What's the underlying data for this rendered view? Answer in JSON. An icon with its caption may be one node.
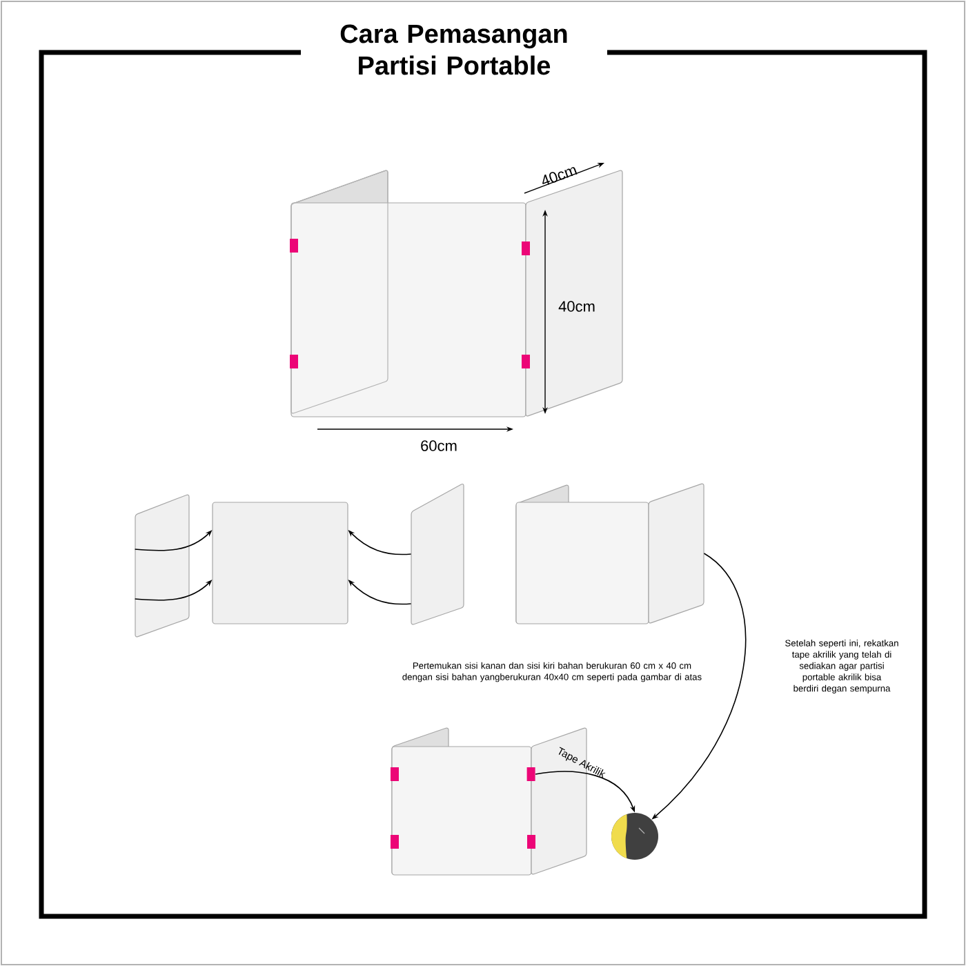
{
  "diagram": {
    "title": "Cara Pemasangan Partisi Portable",
    "nodes": [
      {
        "text": [],
        "shape": "box"
      },
      {
        "text": [],
        "shape": "box"
      },
      {
        "text": [],
        "shape": "box"
      },
      {
        "text": [],
        "shape": "picture"
      },
      {
        "text": [],
        "shape": "picture"
      },
      {
        "text": [],
        "shape": "box",
        "in": 4
      },
      {
        "text": [],
        "shape": "circle"
      }
    ],
    "edges": [
      {
        "from": 0,
        "to": 1,
        "arrow": "to"
      },
      {
        "from": 0,
        "to": 1,
        "arrow": "to"
      },
      {
        "from": 2,
        "to": 1,
        "arrow": "to"
      },
      {
        "from": 2,
        "to": 1,
        "arrow": "to"
      },
      {
        "from": 3,
        "to": 6,
        "arrow": "to"
      },
      {
        "from": 5,
        "to": 6,
        "arrow": "to",
        "label": "Tape Akrilik"
      }
    ],
    "labels": [
      "40cm",
      "40cm",
      "60cm",
      "Pertemukan sisi  kanan dan sisi kiri bahan berukuran 60 cm x 40 cm dengan sisi bahan yangberukuran 40x40 cm seperti pada gambar di atas",
      "Setelah seperti ini, rekatkan tape akrilik yang telah di sediakan agar partisi portable akrilik bisa berdiri degan sempurna"
    ]
  }
}
